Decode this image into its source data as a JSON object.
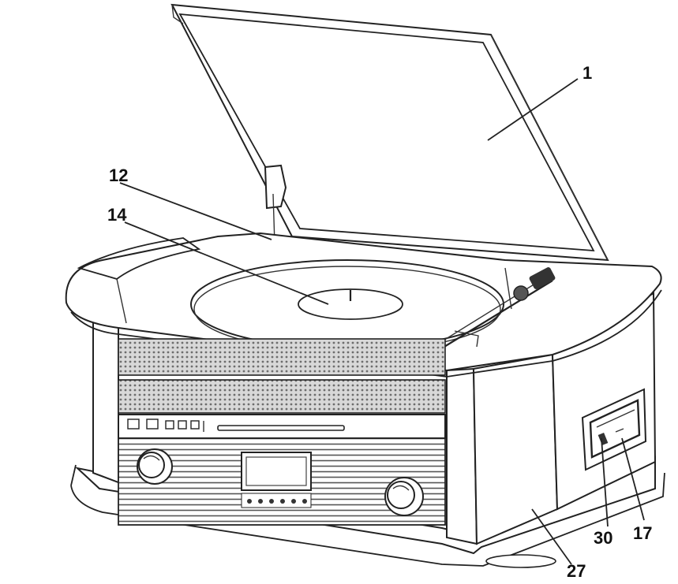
{
  "diagram": {
    "callouts": [
      {
        "id": "1",
        "label": "1"
      },
      {
        "id": "12",
        "label": "12"
      },
      {
        "id": "14",
        "label": "14"
      },
      {
        "id": "30",
        "label": "30"
      },
      {
        "id": "17",
        "label": "17"
      },
      {
        "id": "27",
        "label": "27"
      }
    ]
  }
}
